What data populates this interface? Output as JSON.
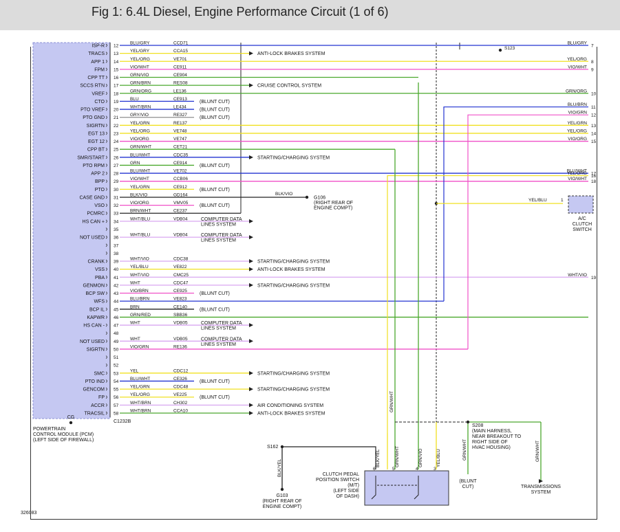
{
  "figure_title": "Fig 1: 6.4L Diesel, Engine Performance Circuit (1 of 6)",
  "figure_id": "326083",
  "colors": {
    "module_fill": "#c5c8f2",
    "module_border": "#8a8fd6",
    "pink": "#f050c8",
    "yellow": "#f0e020",
    "green": "#4aa82c",
    "blue": "#2233d0",
    "violet": "#d8a6f0",
    "gray": "#999999",
    "black": "#222222"
  },
  "module": {
    "name": "POWERTRAIN CONTROL MODULE (PCM)",
    "name_lines": [
      "POWERTRAIN",
      "CONTROL MODULE (PCM)",
      "(LEFT SIDE OF FIREWALL)"
    ],
    "connector": "C1232B",
    "ground_label": "CG"
  },
  "pins": [
    {
      "pin": "12",
      "signal": "ISP-R",
      "wire": "BLU/GRY",
      "code": "CCD71",
      "color": "blue",
      "target": "right",
      "right_label": "BLU/GRY",
      "right_num": "7",
      "note": ""
    },
    {
      "pin": "13",
      "signal": "TRACS",
      "wire": "YEL/GRY",
      "code": "CCA15",
      "color": "yellow",
      "target": "arrow",
      "system": "ANTI-LOCK BRAKES SYSTEM",
      "note": ""
    },
    {
      "pin": "14",
      "signal": "APP 1",
      "wire": "YEL/ORG",
      "code": "VE701",
      "color": "yellow",
      "target": "right",
      "right_label": "YEL/ORG",
      "right_num": "8",
      "note": ""
    },
    {
      "pin": "15",
      "signal": "FPM",
      "wire": "VIO/WHT",
      "code": "CE911",
      "color": "pink",
      "target": "right",
      "right_label": "VIO/WHT",
      "right_num": "9",
      "note": ""
    },
    {
      "pin": "16",
      "signal": "CPP TT",
      "wire": "GRN/VIO",
      "code": "CE904",
      "color": "green",
      "target": "v608",
      "note": ""
    },
    {
      "pin": "17",
      "signal": "SCCS RTN",
      "wire": "GRN/BRN",
      "code": "RES08",
      "color": "green",
      "target": "arrow",
      "system": "CRUISE CONTROL SYSTEM",
      "note": ""
    },
    {
      "pin": "18",
      "signal": "VREF",
      "wire": "GRN/ORG",
      "code": "LE136",
      "color": "green",
      "target": "right",
      "right_label": "GRN/ORG",
      "right_num": "10",
      "note": ""
    },
    {
      "pin": "19",
      "signal": "CTO",
      "wire": "BLU",
      "code": "CE913",
      "color": "blue",
      "target": "blunt",
      "note": "(BLUNT CUT)"
    },
    {
      "pin": "20",
      "signal": "PTO VREF",
      "wire": "WHT/BRN",
      "code": "LE434",
      "color": "blue",
      "target": "blunt",
      "note": "(BLUNT CUT)"
    },
    {
      "pin": "21",
      "signal": "PTO GND",
      "wire": "GRY/VIO",
      "code": "RE327",
      "color": "gray",
      "target": "blunt",
      "note": "(BLUNT CUT)"
    },
    {
      "pin": "22",
      "signal": "SIGRTN",
      "wire": "YEL/GRN",
      "code": "RE137",
      "color": "yellow",
      "target": "right",
      "right_label": "YEL/GRN",
      "right_num": "13",
      "note": ""
    },
    {
      "pin": "23",
      "signal": "EGT 13",
      "wire": "YEL/ORG",
      "code": "VE748",
      "color": "yellow",
      "target": "right",
      "right_label": "YEL/ORG",
      "right_num": "14",
      "note": ""
    },
    {
      "pin": "24",
      "signal": "EGT 12",
      "wire": "VIO/ORG",
      "code": "VE747",
      "color": "pink",
      "target": "right",
      "right_label": "VIO/ORG",
      "right_num": "15",
      "note": ""
    },
    {
      "pin": "25",
      "signal": "CPP BT",
      "wire": "GRN/WHT",
      "code": "CET21",
      "color": "green",
      "target": "v574",
      "note": ""
    },
    {
      "pin": "26",
      "signal": "SMR/START",
      "wire": "BLU/WHT",
      "code": "CDC35",
      "color": "blue",
      "target": "arrow",
      "system": "STARTING/CHARGING SYSTEM",
      "note": ""
    },
    {
      "pin": "27",
      "signal": "PTO RPM",
      "wire": "GRN",
      "code": "CE914",
      "color": "green",
      "target": "blunt",
      "note": "(BLUNT CUT)"
    },
    {
      "pin": "28",
      "signal": "APP 2",
      "wire": "BLU/WHT",
      "code": "VE702",
      "color": "blue",
      "target": "right",
      "right_label": "BLU/WHT",
      "right_num": "17",
      "note": ""
    },
    {
      "pin": "29",
      "signal": "BPP",
      "wire": "VIO/WHT",
      "code": "CCB06",
      "color": "pink",
      "target": "right",
      "right_label": "VIO/WHT",
      "right_num": "18",
      "note": ""
    },
    {
      "pin": "30",
      "signal": "PTO",
      "wire": "YEL/GRN",
      "code": "CE912",
      "color": "yellow",
      "target": "blunt",
      "note": "(BLUNT CUT)"
    },
    {
      "pin": "31",
      "signal": "CASE GND",
      "wire": "BLK/VIO",
      "code": "GD164",
      "color": "black",
      "target": "g106",
      "note": ""
    },
    {
      "pin": "32",
      "signal": "VSO",
      "wire": "VIO/ORG",
      "code": "VMV05",
      "color": "pink",
      "target": "blunt",
      "note": "(BLUNT CUT)"
    },
    {
      "pin": "33",
      "signal": "PCMRC",
      "wire": "BRN/WHT",
      "code": "CE237",
      "color": "black",
      "target": "vtrunk",
      "note": ""
    },
    {
      "pin": "34",
      "signal": "HS CAN +",
      "wire": "WHT/BLU",
      "code": "VDB04",
      "color": "violet",
      "target": "arrow",
      "system": "COMPUTER DATA LINES SYSTEM",
      "note": ""
    },
    {
      "pin": "35",
      "signal": "",
      "wire": "",
      "code": "",
      "color": "none",
      "target": "none",
      "note": ""
    },
    {
      "pin": "36",
      "signal": "NOT USED",
      "wire": "WHT/BLU",
      "code": "VDB04",
      "color": "violet",
      "target": "arrow",
      "system": "COMPUTER DATA LINES SYSTEM",
      "note": ""
    },
    {
      "pin": "37",
      "signal": "",
      "wire": "",
      "code": "",
      "color": "none",
      "target": "none",
      "note": ""
    },
    {
      "pin": "38",
      "signal": "",
      "wire": "",
      "code": "",
      "color": "none",
      "target": "none",
      "note": ""
    },
    {
      "pin": "39",
      "signal": "CRANK",
      "wire": "WHT/VIO",
      "code": "CDC38",
      "color": "violet",
      "target": "arrow",
      "system": "STARTING/CHARGING SYSTEM",
      "note": ""
    },
    {
      "pin": "40",
      "signal": "VSS",
      "wire": "YEL/BLU",
      "code": "VE822",
      "color": "yellow",
      "target": "arrow",
      "system": "ANTI-LOCK BRAKES SYSTEM",
      "note": ""
    },
    {
      "pin": "41",
      "signal": "PBA",
      "wire": "WHT/VIO",
      "code": "CMC25",
      "color": "violet",
      "target": "right",
      "right_label": "WHT/VIO",
      "right_num": "19",
      "note": ""
    },
    {
      "pin": "42",
      "signal": "GENMON",
      "wire": "WHT",
      "code": "CDC47",
      "color": "violet",
      "target": "arrow",
      "system": "STARTING/CHARGING SYSTEM",
      "note": ""
    },
    {
      "pin": "43",
      "signal": "BCP SW",
      "wire": "VIO/BRN",
      "code": "CE925",
      "color": "pink",
      "target": "blunt",
      "note": "(BLUNT CUT)"
    },
    {
      "pin": "44",
      "signal": "WFS",
      "wire": "BLU/BRN",
      "code": "VE823",
      "color": "blue",
      "target": "v645",
      "note": ""
    },
    {
      "pin": "45",
      "signal": "BCP IL",
      "wire": "BRN",
      "code": "CE140",
      "color": "black",
      "target": "blunt",
      "note": "(BLUNT CUT)"
    },
    {
      "pin": "46",
      "signal": "KAPWR",
      "wire": "GRN/RED",
      "code": "SBB36",
      "color": "green",
      "target": "right",
      "right_label": "",
      "right_num": "",
      "note": ""
    },
    {
      "pin": "47",
      "signal": "HS CAN -",
      "wire": "WHT",
      "code": "VDB05",
      "color": "violet",
      "target": "arrow",
      "system": "COMPUTER DATA LINES SYSTEM",
      "note": ""
    },
    {
      "pin": "48",
      "signal": "",
      "wire": "",
      "code": "",
      "color": "none",
      "target": "none",
      "note": ""
    },
    {
      "pin": "49",
      "signal": "NOT USED",
      "wire": "WHT",
      "code": "VDB05",
      "color": "violet",
      "target": "arrow",
      "system": "COMPUTER DATA LINES SYSTEM",
      "note": ""
    },
    {
      "pin": "50",
      "signal": "SIGRTN",
      "wire": "VIO/GRN",
      "code": "RE136",
      "color": "pink",
      "target": "v680",
      "note": ""
    },
    {
      "pin": "51",
      "signal": "",
      "wire": "",
      "code": "",
      "color": "none",
      "target": "none",
      "note": ""
    },
    {
      "pin": "52",
      "signal": "",
      "wire": "",
      "code": "",
      "color": "none",
      "target": "none",
      "note": ""
    },
    {
      "pin": "53",
      "signal": "SMC",
      "wire": "YEL",
      "code": "CDC12",
      "color": "yellow",
      "target": "arrow",
      "system": "STARTING/CHARGING SYSTEM",
      "note": ""
    },
    {
      "pin": "54",
      "signal": "PTO IND",
      "wire": "BLU/WHT",
      "code": "CE326",
      "color": "blue",
      "target": "blunt",
      "note": "(BLUNT CUT)"
    },
    {
      "pin": "55",
      "signal": "GENCOM",
      "wire": "YEL/GRN",
      "code": "CDC48",
      "color": "yellow",
      "target": "arrow",
      "system": "STARTING/CHARGING SYSTEM",
      "note": ""
    },
    {
      "pin": "56",
      "signal": "FP",
      "wire": "YEL/ORG",
      "code": "VE225",
      "color": "yellow",
      "target": "blunt",
      "note": "(BLUNT CUT)"
    },
    {
      "pin": "57",
      "signal": "ACCR",
      "wire": "WHT/BRN",
      "code": "CH302",
      "color": "violet",
      "target": "arrow",
      "system": "AIR CONDITIONING SYSTEM",
      "note": ""
    },
    {
      "pin": "58",
      "signal": "TRACSIL",
      "wire": "WHT/BRN",
      "code": "CCA10",
      "color": "green",
      "target": "arrow",
      "system": "ANTI-LOCK BRAKES SYSTEM",
      "note": ""
    }
  ],
  "right_extra": [
    {
      "label": "BLU/BRN",
      "num": "11",
      "color": "blue"
    },
    {
      "label": "VIO/GRN",
      "num": "12",
      "color": "pink"
    },
    {
      "label": "YEL/ORG",
      "num": "16",
      "color": "yellow"
    }
  ],
  "ground_g106": {
    "label": "G106",
    "lines": [
      "(RIGHT REAR OF",
      "ENGINE COMPT)"
    ],
    "wire": "BLK/VIO"
  },
  "splice_s123": "S123",
  "ac_switch": {
    "wire": "YEL/BLU",
    "pin": "1",
    "lines": [
      "A/C",
      "CLUTCH",
      "SWITCH"
    ]
  },
  "s162": {
    "label": "S162",
    "wire": "BLK/YEL"
  },
  "g103": {
    "label": "G103",
    "lines": [
      "(RIGHT REAR OF",
      "ENGINE COMPT)"
    ]
  },
  "clutch_switch": {
    "lines": [
      "CLUTCH PEDAL",
      "POSITION SWITCH",
      "(M/T)",
      "(LEFT SIDE",
      "OF DASH)"
    ],
    "pins": [
      {
        "pin": "6",
        "wire": "BLK/YEL"
      },
      {
        "pin": "5",
        "wire": "GRN/WHT"
      },
      {
        "pin": "4",
        "wire": "GRN/VIO"
      },
      {
        "pin": "3",
        "wire": "YEL/BLU"
      }
    ]
  },
  "s208": {
    "label": "S208",
    "lines": [
      "(MAIN HARNESS,",
      "NEAR BREAKOUT TO",
      "RIGHT SIDE OF",
      "HVAC HOUSING)"
    ]
  },
  "grn_wht": "GRN/WHT",
  "blunt_cut_lines": [
    "(BLUNT",
    "CUT)"
  ],
  "transmission": {
    "lines": [
      "TRANSMISSIONS",
      "SYSTEM"
    ]
  }
}
